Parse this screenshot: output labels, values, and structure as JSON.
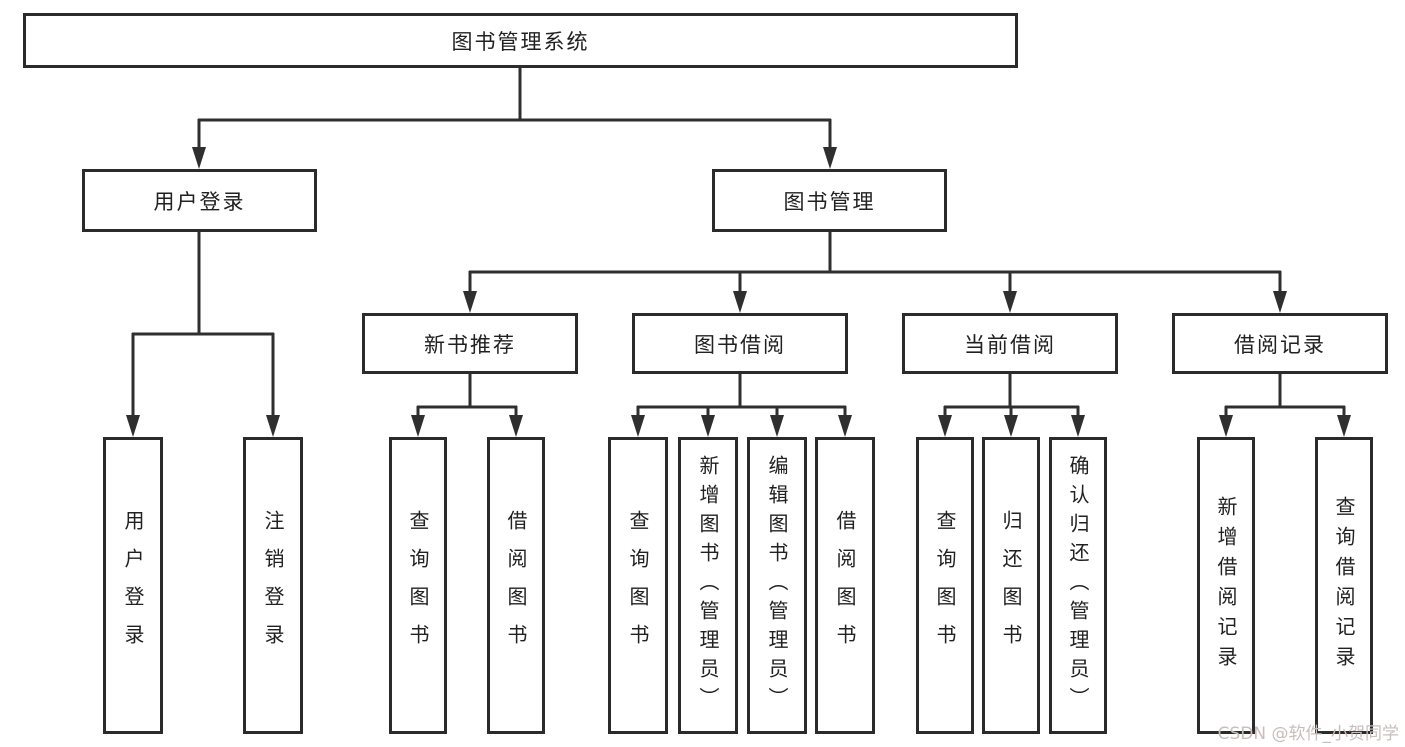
{
  "nodes": {
    "root": {
      "label": "图书管理系统"
    },
    "user_login": {
      "label": "用户登录"
    },
    "book_mgmt": {
      "label": "图书管理"
    },
    "new_book_rec": {
      "label": "新书推荐"
    },
    "book_borrow": {
      "label": "图书借阅"
    },
    "current_borrow": {
      "label": "当前借阅"
    },
    "borrow_records": {
      "label": "借阅记录"
    },
    "leaf_user_login": {
      "label": "用户登录"
    },
    "leaf_logout": {
      "label": "注销登录"
    },
    "leaf_query_book_1": {
      "label": "查询图书"
    },
    "leaf_borrow_book_1": {
      "label": "借阅图书"
    },
    "leaf_query_book_2": {
      "label": "查询图书"
    },
    "leaf_add_book": {
      "label": "新增图书（管理员）"
    },
    "leaf_edit_book": {
      "label": "编辑图书（管理员）"
    },
    "leaf_borrow_book_2": {
      "label": "借阅图书"
    },
    "leaf_query_book_3": {
      "label": "查询图书"
    },
    "leaf_return_book": {
      "label": "归还图书"
    },
    "leaf_confirm_return": {
      "label": "确认归还（管理员）"
    },
    "leaf_add_record": {
      "label": "新增借阅记录"
    },
    "leaf_query_record": {
      "label": "查询借阅记录"
    }
  },
  "watermark": {
    "text": "CSDN @软件_小贺同学"
  },
  "colors": {
    "line": "#2f2f2f",
    "border": "#2b2b2b",
    "background": "#ffffff",
    "text": "#212121",
    "watermark": "#c9bdbd"
  }
}
